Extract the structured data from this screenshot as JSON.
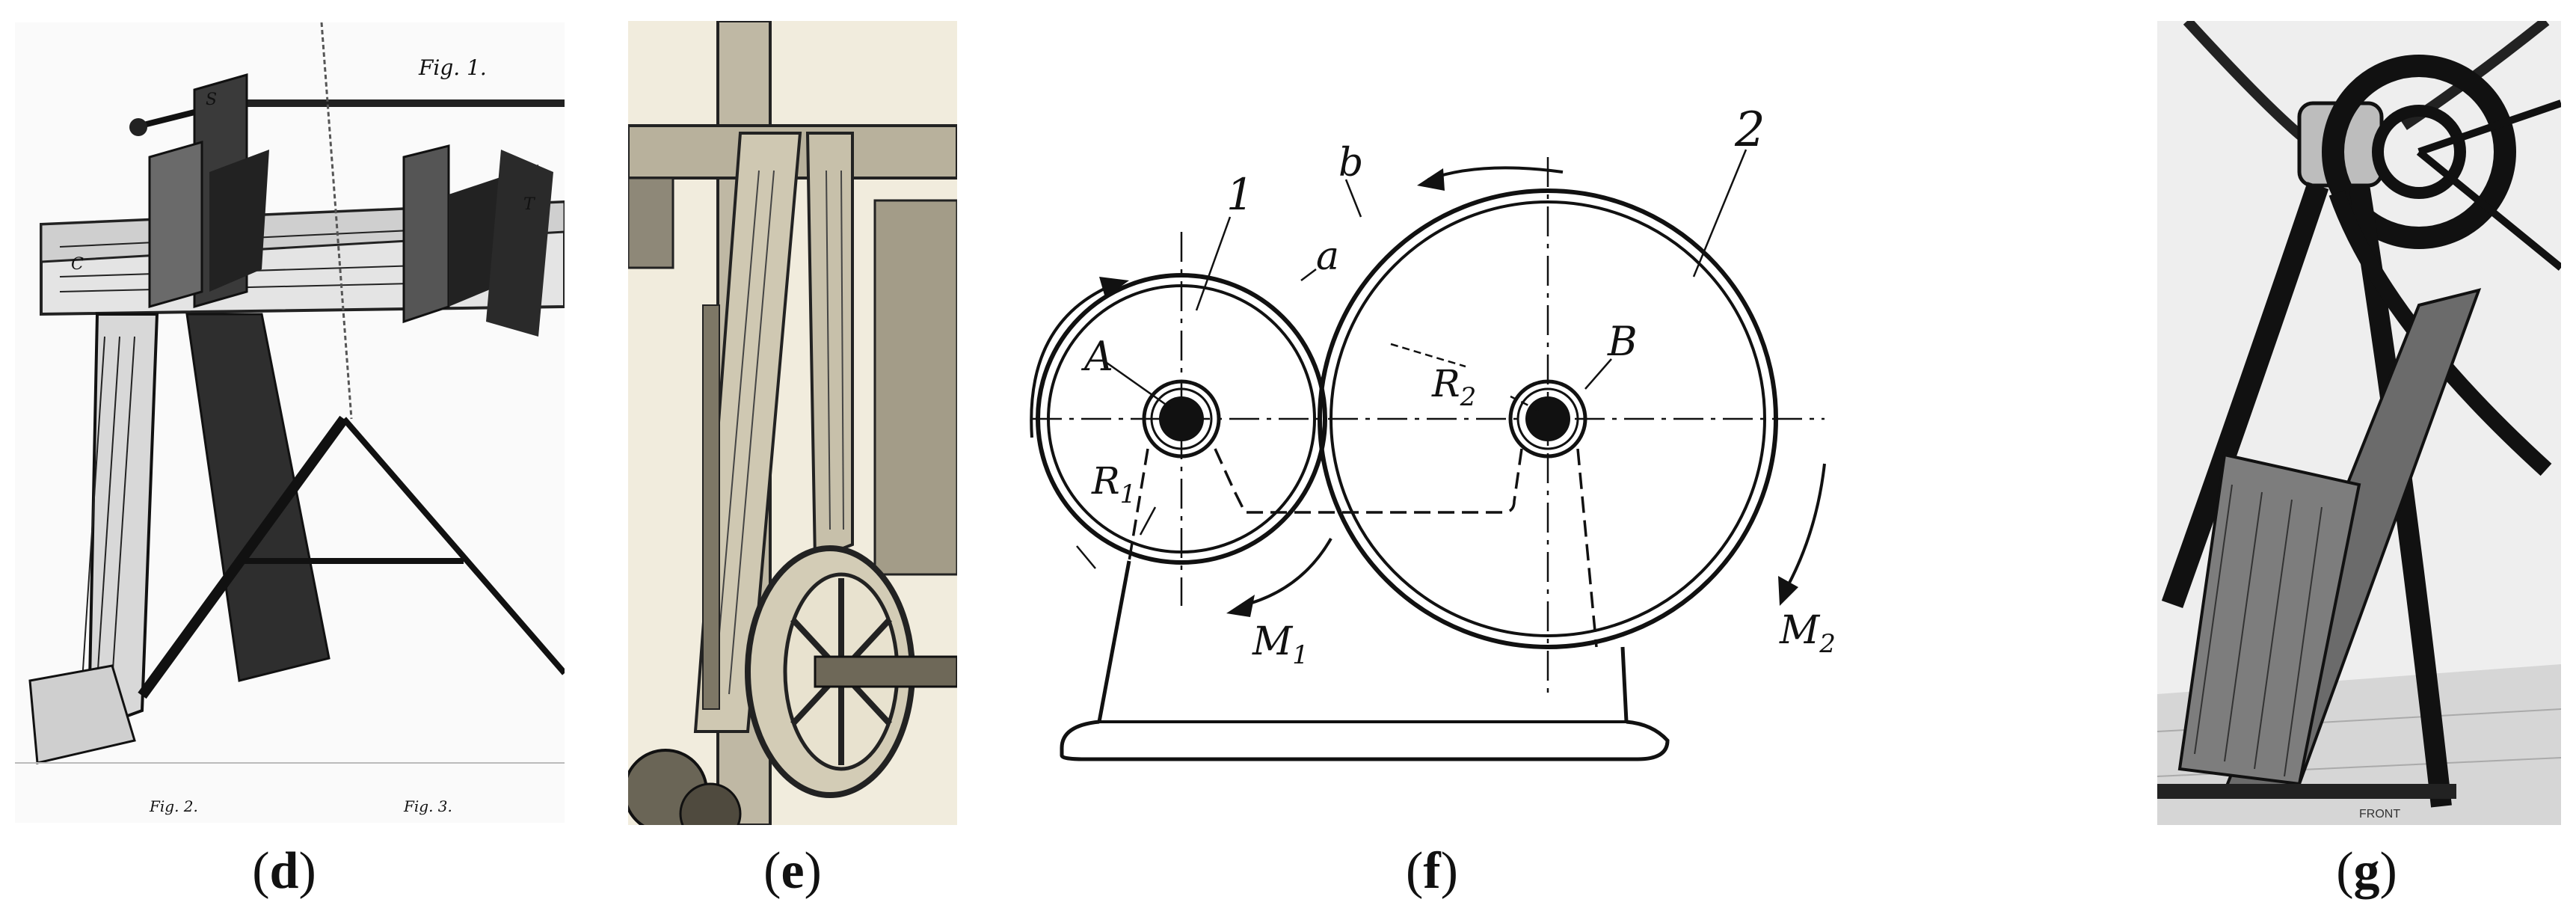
{
  "panels": [
    {
      "id": "d",
      "caption": "d",
      "fig_label": "Fig. 1.",
      "part_labels": [
        "S",
        "C",
        "T"
      ],
      "bottom_labels": [
        "Fig. 2.",
        "Fig. 3."
      ]
    },
    {
      "id": "e",
      "caption": "e"
    },
    {
      "id": "f",
      "caption": "f",
      "labels": {
        "pulley1": "1",
        "pulley2": "2",
        "a": "a",
        "b": "b",
        "A": "A",
        "B": "B",
        "R1": "R",
        "R1_sub": "1",
        "R2": "R",
        "R2_sub": "2",
        "M1": "M",
        "M1_sub": "1",
        "M2": "M",
        "M2_sub": "2"
      }
    },
    {
      "id": "g",
      "caption": "g",
      "plate_text": "FRONT"
    }
  ]
}
